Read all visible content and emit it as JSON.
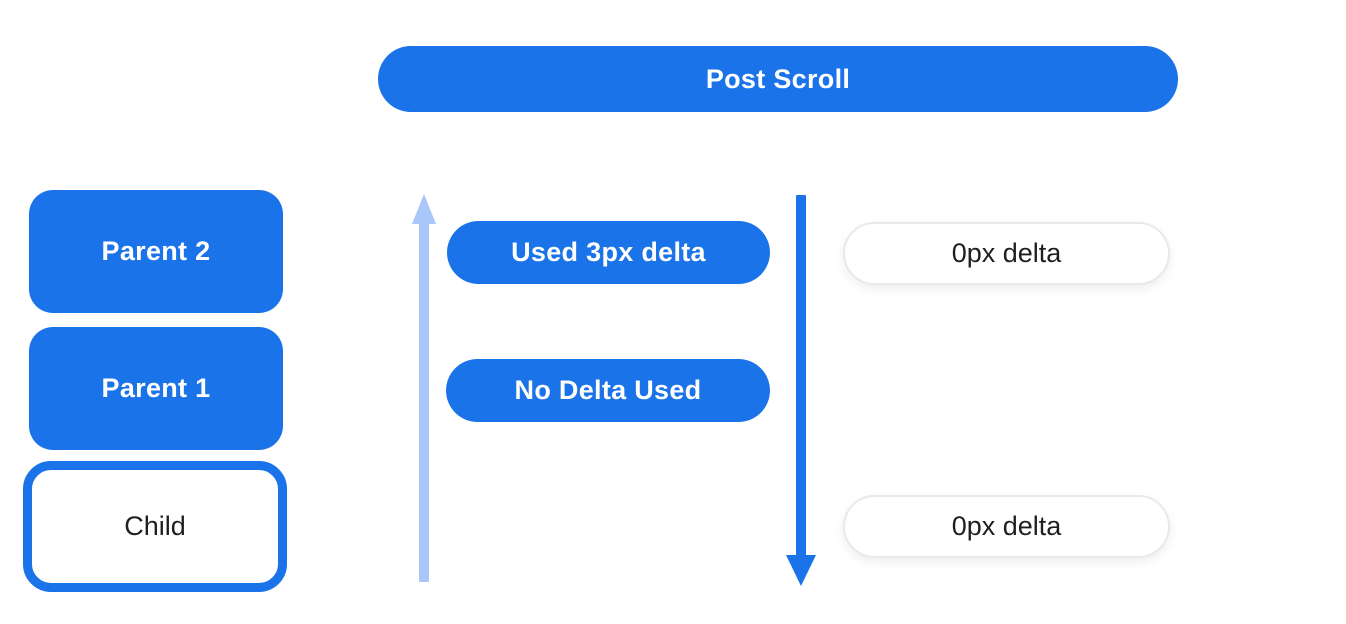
{
  "colors": {
    "primary_blue": "#1a73e8",
    "light_blue": "#a9c7f8",
    "pill_border": "#e9e9e9",
    "dark_text": "#1f1f1f",
    "white_text": "#ffffff",
    "background": "#ffffff"
  },
  "header": {
    "label": "Post Scroll"
  },
  "scrollable_stack": {
    "parent2": {
      "label": "Parent 2"
    },
    "parent1": {
      "label": "Parent 1"
    },
    "child": {
      "label": "Child"
    }
  },
  "delta_annotations": {
    "used_delta": {
      "label": "Used 3px delta"
    },
    "no_delta": {
      "label": "No Delta Used"
    },
    "top_right_delta": {
      "label": "0px delta"
    },
    "bottom_right_delta": {
      "label": "0px delta"
    }
  },
  "icons": {
    "up_arrow": "scroll-up-arrow",
    "down_arrow": "scroll-down-arrow"
  }
}
